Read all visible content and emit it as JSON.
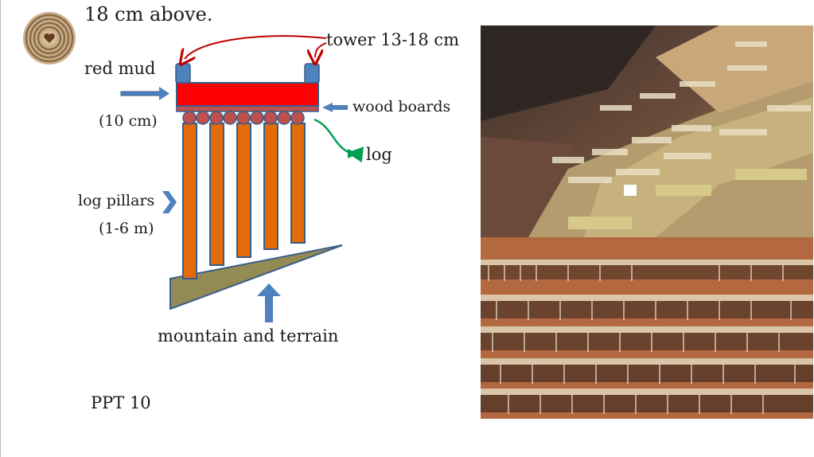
{
  "slide": {
    "heading": "18 cm above.",
    "footer": "PPT 10"
  },
  "diagram": {
    "labels": {
      "red_mud": "red mud",
      "thickness": "(10 cm)",
      "tower": "tower 13-18 cm",
      "wood_boards": "wood boards",
      "log": "log",
      "log_pillars": "log pillars",
      "pillar_height": "(1-6 m)",
      "mountain": "mountain and terrain"
    },
    "colors": {
      "red_mud": "#ff0000",
      "wood_board": "#c0504d",
      "tower": "#4f81bd",
      "pillar": "#e36c09",
      "log": "#c0504d",
      "mountain": "#948a54",
      "arrow_blue": "#4f81bd",
      "arrow_red": "#c00000",
      "arrow_green": "#00a050"
    }
  },
  "icons": {
    "logo": "tree-ring-heart-icon",
    "arrows": [
      "right-arrow-icon",
      "left-arrow-icon",
      "up-arrow-icon",
      "chevron-right-icon",
      "curved-arrow-icon"
    ]
  },
  "photos": [
    {
      "name": "salt-terraces-riverside-photo"
    },
    {
      "name": "salt-terraces-closeup-photo"
    }
  ]
}
